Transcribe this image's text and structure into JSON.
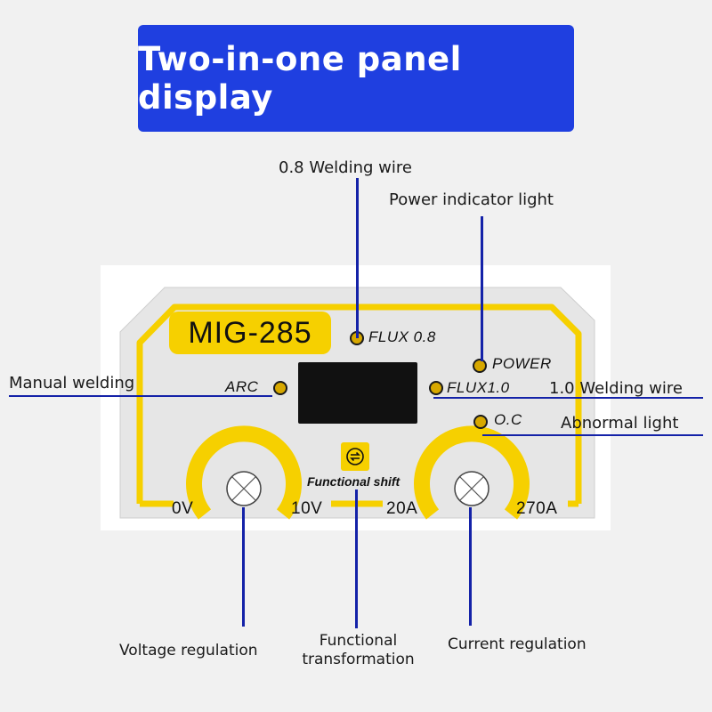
{
  "title": "Two-in-one panel display",
  "callouts": {
    "welding_wire_08": "0.8 Welding wire",
    "power_indicator": "Power indicator light",
    "manual_welding": "Manual welding",
    "welding_wire_10": "1.0 Welding wire",
    "abnormal_light": "Abnormal light",
    "voltage_regulation": "Voltage regulation",
    "functional_transformation_1": "Functional",
    "functional_transformation_2": "transformation",
    "current_regulation": "Current regulation"
  },
  "panel": {
    "model": "MIG-285",
    "labels": {
      "flux08": "FLUX 0.8",
      "power": "POWER",
      "arc": "ARC",
      "flux10": "FLUX1.0",
      "oc": "O.C",
      "functional_shift": "Functional shift"
    },
    "voltage_range": {
      "min": "0V",
      "max": "10V"
    },
    "current_range": {
      "min": "20A",
      "max": "270A"
    }
  },
  "colors": {
    "banner": "#1f3fe0",
    "callout_line": "#1422a8",
    "panel_accent": "#f6d000",
    "panel_face": "#e6e6e6",
    "led": "#d7a800"
  },
  "icons": {
    "shift_button": "swap-arrows-icon",
    "knob": "knob-icon"
  }
}
